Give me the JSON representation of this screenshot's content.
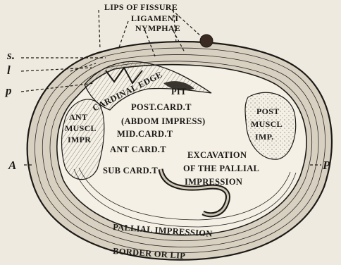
{
  "labels": {
    "lips_of_fissure": "LIPS OF FISSURE",
    "ligament": "LIGAMENT",
    "nymphae": "NYMPHAE",
    "s": "s.",
    "l": "l",
    "p": "p",
    "a": "A",
    "p_right": "P",
    "cardinal_edge": "CARDINAL EDGE",
    "pit": "PIT",
    "post_card_t": "POST.CARD.T",
    "abdom_impress": "(ABDOM IMPRESS)",
    "mid_card_t": "MID.CARD.T",
    "ant_card_t": "ANT CARD.T",
    "sub_card_t": "SUB CARD.T",
    "ant": "ANT",
    "muscl": "MUSCL",
    "impr": "IMPR",
    "post": "POST",
    "muscl_r": "MUSCL",
    "imp": "IMP.",
    "excavation": "EXCAVATION",
    "of_the_pallial": "OF THE PALLIAL",
    "impression": "IMPRESSION",
    "pallial_impression": "PALLIAL IMPRESSION",
    "border_or_lip": "BORDER OR LIP"
  },
  "colors": {
    "paper": "#efeadf",
    "ink": "#1c1a17",
    "shell_outer": "#d8d1c2",
    "shell_inner": "#f4f0e6"
  }
}
